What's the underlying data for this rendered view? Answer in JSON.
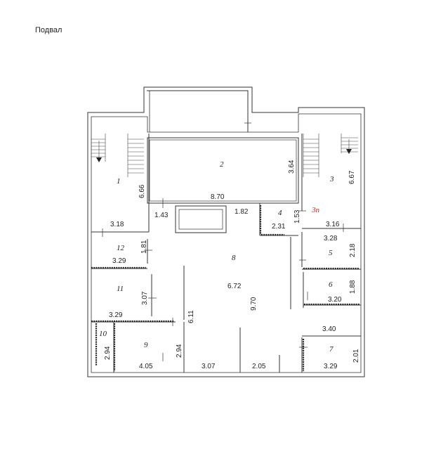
{
  "page": {
    "title": "Подвал"
  },
  "rooms": [
    {
      "id": "1",
      "label": "1"
    },
    {
      "id": "2",
      "label": "2"
    },
    {
      "id": "3",
      "label": "3"
    },
    {
      "id": "3p",
      "label": "3п"
    },
    {
      "id": "4",
      "label": "4"
    },
    {
      "id": "5",
      "label": "5"
    },
    {
      "id": "6",
      "label": "6"
    },
    {
      "id": "7",
      "label": "7"
    },
    {
      "id": "8",
      "label": "8"
    },
    {
      "id": "9",
      "label": "9"
    },
    {
      "id": "10",
      "label": "10"
    },
    {
      "id": "11",
      "label": "11"
    },
    {
      "id": "12",
      "label": "12"
    }
  ],
  "dimensions": {
    "d_8_70": "8.70",
    "d_3_64": "3.64",
    "d_6_66": "6.66",
    "d_3_18": "3.18",
    "d_1_43": "1.43",
    "d_1_82": "1.82",
    "d_2_31": "2.31",
    "d_1_53": "1.53",
    "d_6_67": "6.67",
    "d_3_16": "3.16",
    "d_3_28": "3.28",
    "d_2_18": "2.18",
    "d_1_81": "1.81",
    "d_3_29_a": "3.29",
    "d_6_72": "6.72",
    "d_9_70": "9.70",
    "d_3_07_a": "3.07",
    "d_3_29_b": "3.29",
    "d_1_88": "1.88",
    "d_3_20": "3.20",
    "d_6_11": "6.11",
    "d_3_40": "3.40",
    "d_2_94_a": "2.94",
    "d_2_94_b": "2.94",
    "d_4_05": "4.05",
    "d_3_07_b": "3.07",
    "d_2_05": "2.05",
    "d_2_01": "2.01",
    "d_3_29_c": "3.29"
  }
}
